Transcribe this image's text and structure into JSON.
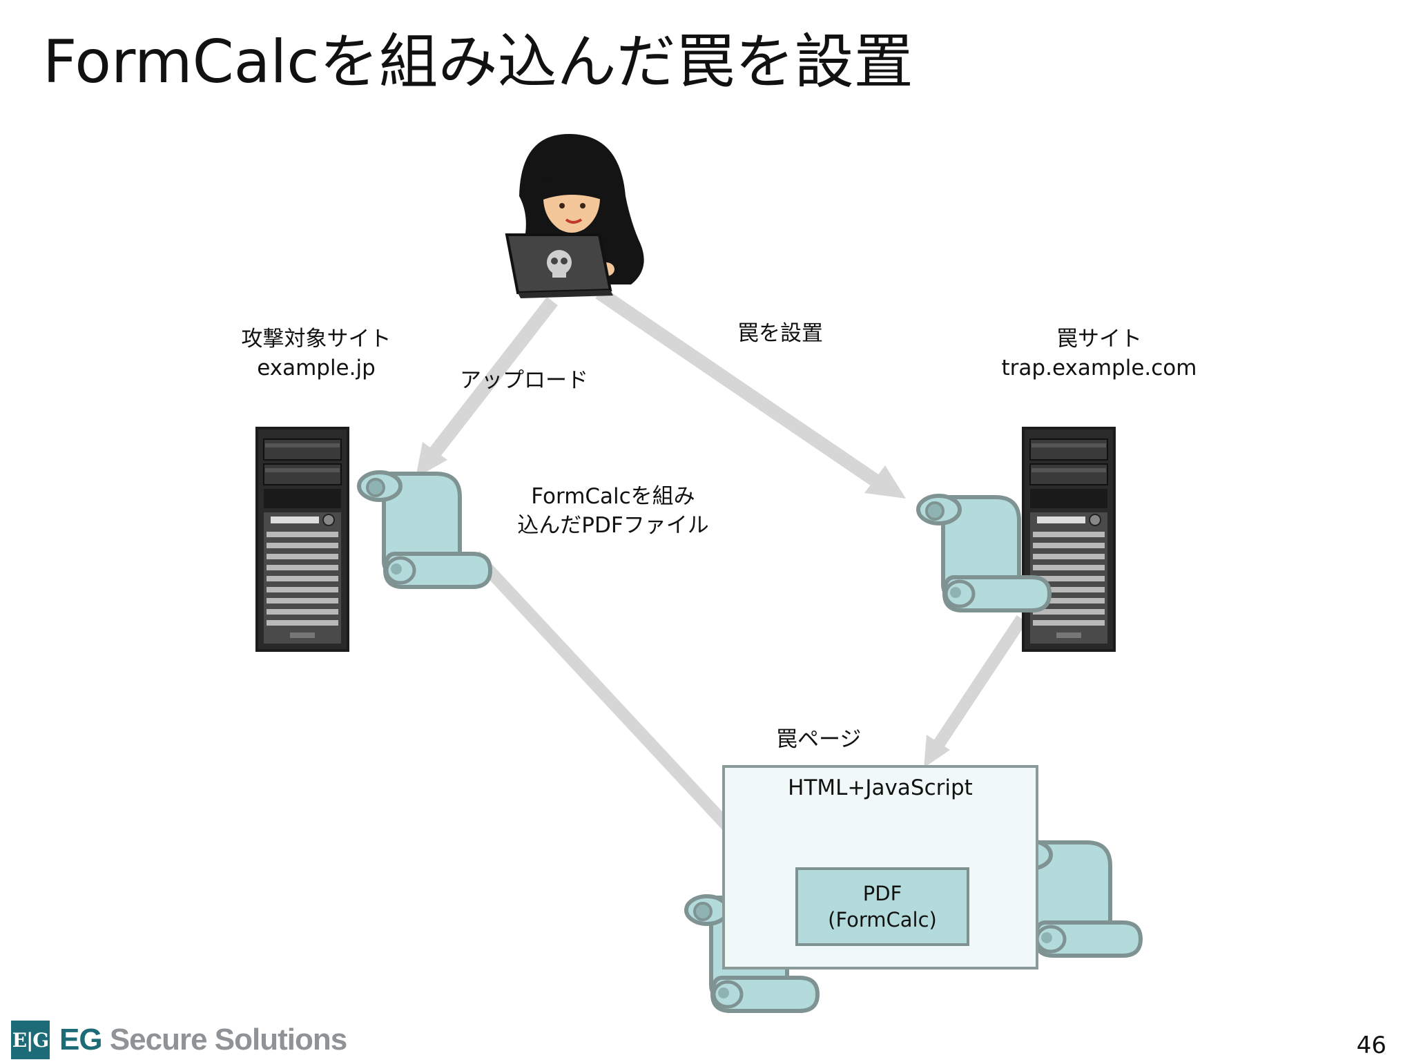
{
  "title": "FormCalcを組み込んだ罠を設置",
  "nodes": {
    "attacker": {
      "icon": "hacker-with-laptop-icon"
    },
    "target_site": {
      "name": "攻撃対象サイト",
      "host": "example.jp",
      "icon": "server-icon"
    },
    "trap_site": {
      "name": "罠サイト",
      "host": "trap.example.com",
      "icon": "server-icon"
    },
    "trap_page": {
      "name": "罠ページ",
      "content": "HTML+JavaScript"
    },
    "pdf_box": {
      "line1": "PDF",
      "line2": "(FormCalc)"
    }
  },
  "labels": {
    "upload": "アップロード",
    "set_trap": "罠を設置",
    "pdf_file_line1": "FormCalcを組み",
    "pdf_file_line2": "込んだPDFファイル"
  },
  "colors": {
    "arrow": "#d6d6d6",
    "scroll_fill": "#b4dbdc",
    "scroll_stroke": "#7f9392",
    "trap_page_fill": "#f0f8f8",
    "brand": "#1d6b76"
  },
  "footer": {
    "logo_mark": "E|G",
    "logo_brand": "EG",
    "logo_text": "Secure Solutions",
    "page_number": "46"
  }
}
